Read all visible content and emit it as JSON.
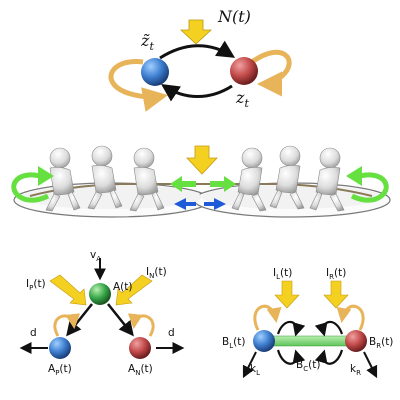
{
  "top": {
    "node_left_label": "z̃",
    "node_left_sub": "t",
    "node_right_label": "z",
    "node_right_sub": "t",
    "input_label": "N(t)"
  },
  "bottom_left": {
    "top_input": "v",
    "top_input_sub": "A",
    "node_top": "A(t)",
    "left_input": "I",
    "left_input_sub": "P",
    "left_input_suffix": "(t)",
    "right_input": "I",
    "right_input_sub": "N",
    "right_input_suffix": "(t)",
    "decay_left": "d",
    "decay_right": "d",
    "node_left": "A",
    "node_left_sub": "P",
    "node_left_suffix": "(t)",
    "node_right": "A",
    "node_right_sub": "N",
    "node_right_suffix": "(t)"
  },
  "bottom_right": {
    "input_left": "I",
    "input_left_sub": "L",
    "input_left_suffix": "(t)",
    "input_right": "I",
    "input_right_sub": "R",
    "input_right_suffix": "(t)",
    "node_left": "B",
    "node_left_sub": "L",
    "node_left_suffix": "(t)",
    "node_center": "B",
    "node_center_sub": "C",
    "node_center_suffix": "(t)",
    "node_right": "B",
    "node_right_sub": "R",
    "node_right_suffix": "(t)",
    "rate_left": "k",
    "rate_left_sub": "L",
    "rate_right": "k",
    "rate_right_sub": "R"
  },
  "colors": {
    "blue_node": "#3f7fd0",
    "red_node": "#c24a4a",
    "green_node": "#3aa84a",
    "arrow_yellow": "#f4d020",
    "arrow_orange": "#e8b45a",
    "arrow_green": "#66e040",
    "arrow_blue": "#1f5bd8",
    "arrow_black": "#111111"
  }
}
